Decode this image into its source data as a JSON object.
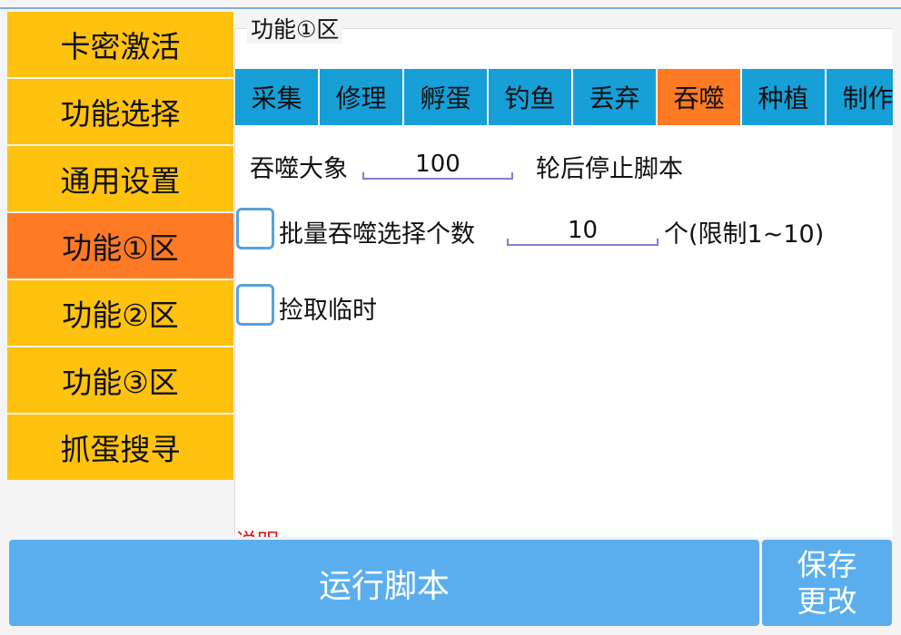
{
  "sidebar": {
    "items": [
      {
        "label": "卡密激活"
      },
      {
        "label": "功能选择"
      },
      {
        "label": "通用设置"
      },
      {
        "label": "功能①区"
      },
      {
        "label": "功能②区"
      },
      {
        "label": "功能③区"
      },
      {
        "label": "抓蛋搜寻"
      }
    ],
    "active_index": 3
  },
  "panel": {
    "title": "功能①区",
    "tabs": [
      {
        "label": "采集"
      },
      {
        "label": "修理"
      },
      {
        "label": "孵蛋"
      },
      {
        "label": "钓鱼"
      },
      {
        "label": "丢弃"
      },
      {
        "label": "吞噬"
      },
      {
        "label": "种植"
      },
      {
        "label": "制作"
      }
    ],
    "active_tab_index": 5,
    "devour": {
      "prefix": "吞噬大象",
      "value": "100",
      "suffix": "轮后停止脚本"
    },
    "batch": {
      "checked": false,
      "label": "批量吞噬选择个数",
      "value": "10",
      "suffix": "个(限制1~10)"
    },
    "pickup": {
      "checked": false,
      "label": "捡取临时"
    },
    "note": "说明:"
  },
  "footer": {
    "run_label": "运行脚本",
    "save_line1": "保存",
    "save_line2": "更改"
  },
  "colors": {
    "sidebar_item": "#ffc20e",
    "active": "#ff7a25",
    "tab": "#179fd7",
    "button": "#5aaeed",
    "note": "#e01818"
  }
}
